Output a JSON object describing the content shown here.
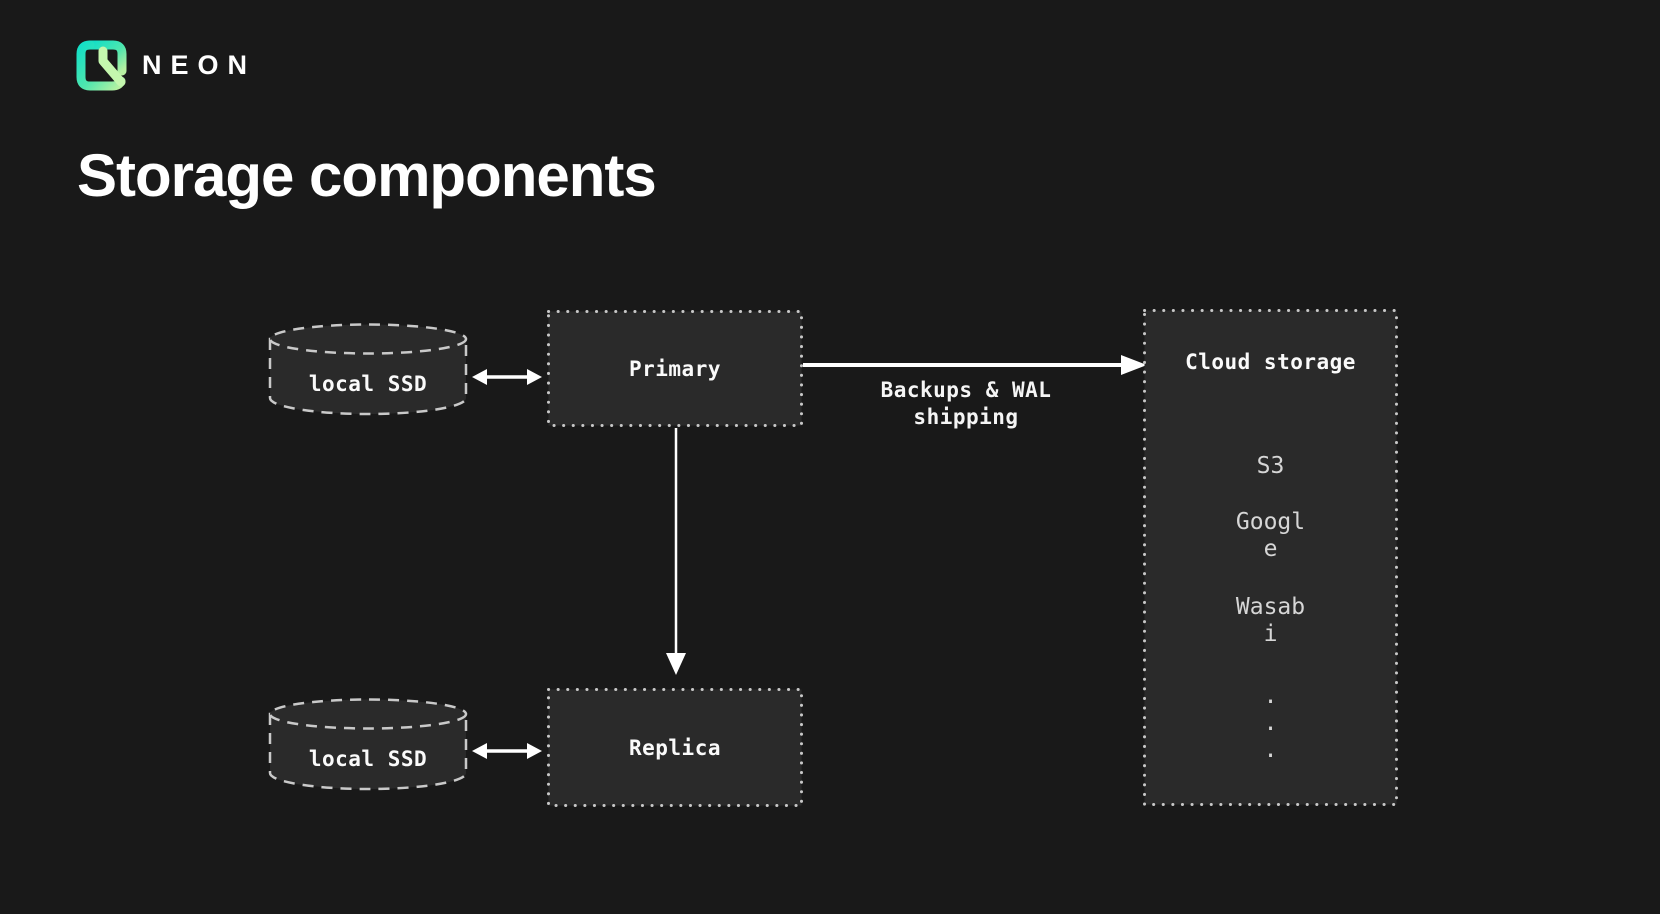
{
  "header": {
    "logo_text": "NEON"
  },
  "title": "Storage components",
  "diagram": {
    "ssd_top": {
      "label": "local SSD"
    },
    "ssd_bottom": {
      "label": "local SSD"
    },
    "primary": {
      "label": "Primary"
    },
    "replica": {
      "label": "Replica"
    },
    "backup_label": {
      "line1": "Backups & WAL",
      "line2": "shipping"
    },
    "cloud": {
      "title": "Cloud storage",
      "items": [
        "S3",
        "Google",
        "Wasabi"
      ],
      "ellipsis_dots": [
        ".",
        ".",
        "."
      ]
    }
  },
  "colors": {
    "background": "#191919",
    "panel_fill": "#2a2a2a",
    "dotted_border": "#c8c8c8",
    "dashed_border": "#c9c9c9",
    "arrow": "#ffffff",
    "text_primary": "#fafafa",
    "text_secondary": "#d6d6d6",
    "brand_teal": "#14dfc6",
    "brand_green": "#b8f1a2"
  }
}
